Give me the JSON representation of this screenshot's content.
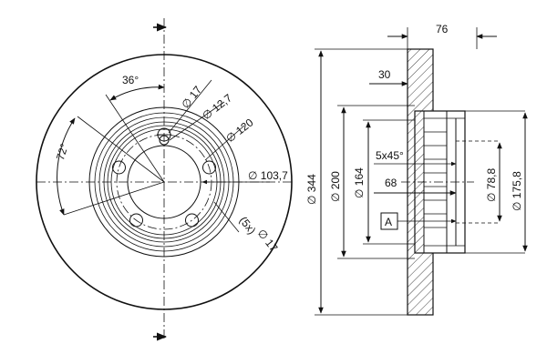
{
  "dimensions": {
    "angle_36": "36°",
    "angle_72": "72°",
    "hole_d17_top": "∅ 17",
    "d_12_7": "∅ 12,7",
    "pcd_120": "∅ 120",
    "d_103_7": "∅ 103,7",
    "bolt_count": "(5x)",
    "hole_d17_bottom": "∅ 17",
    "width_76": "76",
    "offset_30": "30",
    "chamfer": "5x45°",
    "depth_68": "68",
    "d_344": "∅ 344",
    "d_200": "∅ 200",
    "d_164": "∅ 164",
    "d_78_8": "∅ 78,8",
    "d_175_8": "∅ 175,8"
  },
  "datum_label": "A"
}
